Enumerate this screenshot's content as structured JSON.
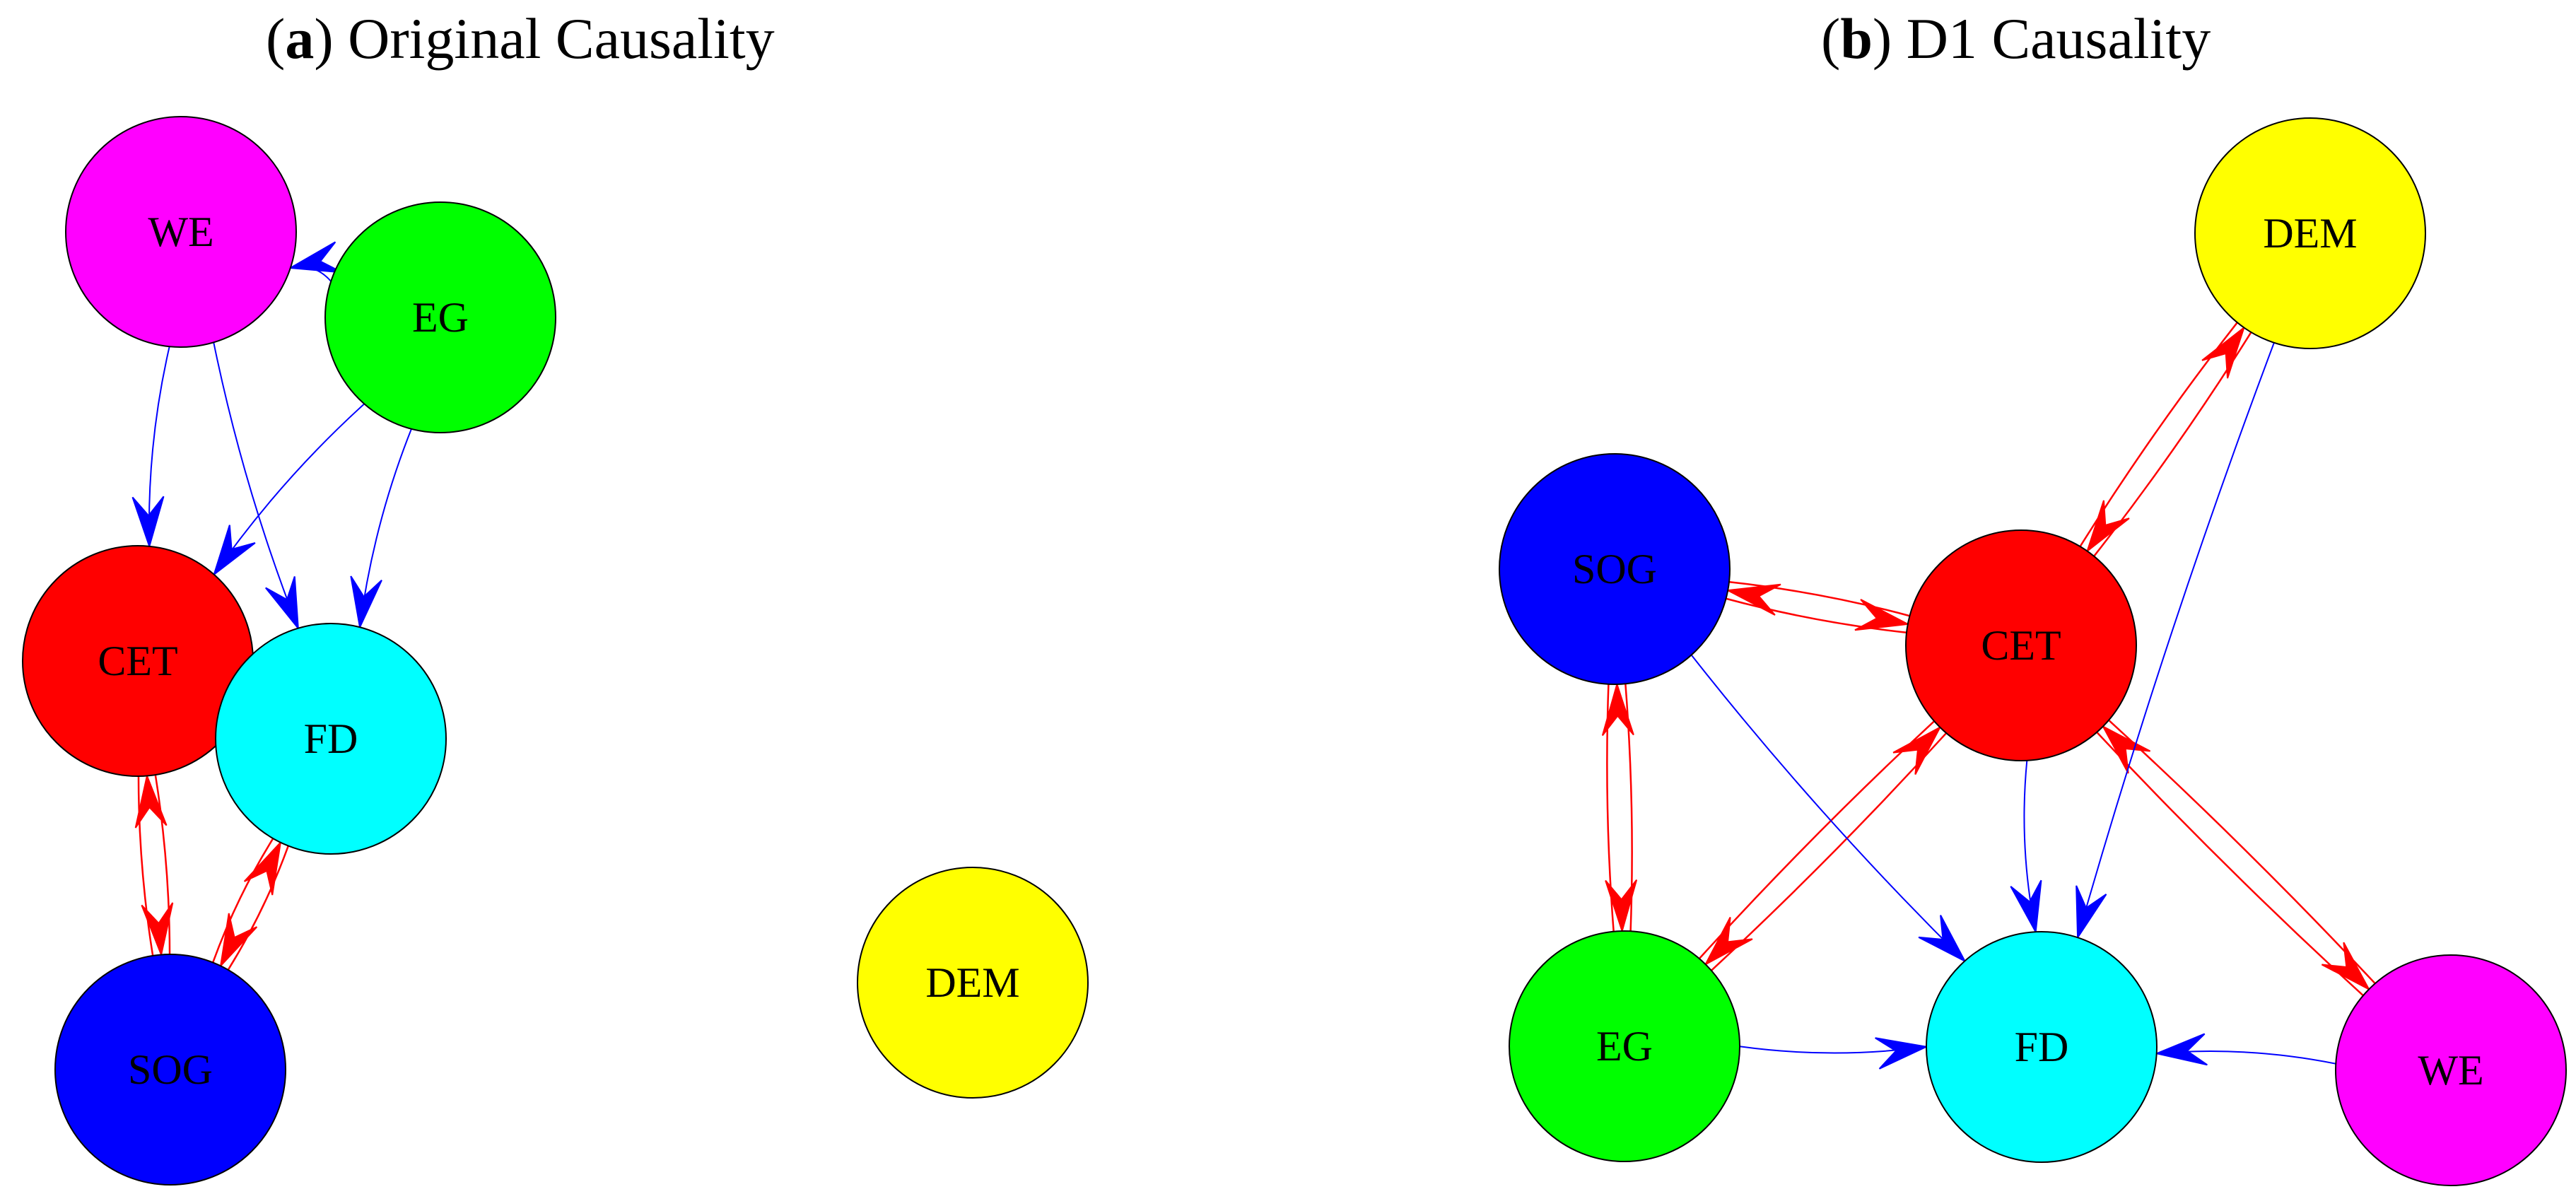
{
  "panels": [
    {
      "id": "a",
      "letter": "a",
      "title": "Original Causality",
      "nodes": [
        {
          "id": "WE",
          "label": "WE",
          "color": "#ff00ff"
        },
        {
          "id": "EG",
          "label": "EG",
          "color": "#00ff00"
        },
        {
          "id": "CET",
          "label": "CET",
          "color": "#ff0000"
        },
        {
          "id": "FD",
          "label": "FD",
          "color": "#00ffff"
        },
        {
          "id": "SOG",
          "label": "SOG",
          "color": "#0000ff"
        },
        {
          "id": "DEM",
          "label": "DEM",
          "color": "#ffff00"
        }
      ],
      "edges": [
        {
          "from": "EG",
          "to": "WE",
          "kind": "one-way"
        },
        {
          "from": "WE",
          "to": "CET",
          "kind": "one-way"
        },
        {
          "from": "WE",
          "to": "FD",
          "kind": "one-way"
        },
        {
          "from": "EG",
          "to": "CET",
          "kind": "one-way"
        },
        {
          "from": "EG",
          "to": "FD",
          "kind": "one-way"
        },
        {
          "from": "CET",
          "to": "SOG",
          "kind": "bidirectional"
        },
        {
          "from": "FD",
          "to": "SOG",
          "kind": "bidirectional"
        }
      ]
    },
    {
      "id": "b",
      "letter": "b",
      "title": "D1 Causality",
      "nodes": [
        {
          "id": "DEM",
          "label": "DEM",
          "color": "#ffff00"
        },
        {
          "id": "SOG",
          "label": "SOG",
          "color": "#0000ff"
        },
        {
          "id": "CET",
          "label": "CET",
          "color": "#ff0000"
        },
        {
          "id": "EG",
          "label": "EG",
          "color": "#00ff00"
        },
        {
          "id": "FD",
          "label": "FD",
          "color": "#00ffff"
        },
        {
          "id": "WE",
          "label": "WE",
          "color": "#ff00ff"
        }
      ],
      "edges": [
        {
          "from": "CET",
          "to": "DEM",
          "kind": "bidirectional"
        },
        {
          "from": "SOG",
          "to": "CET",
          "kind": "bidirectional"
        },
        {
          "from": "SOG",
          "to": "EG",
          "kind": "bidirectional"
        },
        {
          "from": "CET",
          "to": "EG",
          "kind": "bidirectional"
        },
        {
          "from": "CET",
          "to": "WE",
          "kind": "bidirectional"
        },
        {
          "from": "SOG",
          "to": "FD",
          "kind": "one-way"
        },
        {
          "from": "CET",
          "to": "FD",
          "kind": "one-way"
        },
        {
          "from": "DEM",
          "to": "FD",
          "kind": "one-way"
        },
        {
          "from": "EG",
          "to": "FD",
          "kind": "one-way"
        },
        {
          "from": "WE",
          "to": "FD",
          "kind": "one-way"
        }
      ]
    }
  ],
  "colors": {
    "one_way_edge": "#0000ff",
    "bidirectional_edge": "#ff0000",
    "node_outline": "#000000",
    "background": "#ffffff"
  }
}
